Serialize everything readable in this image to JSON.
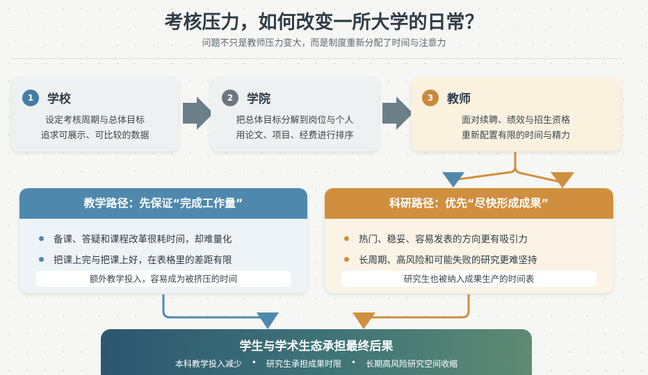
{
  "header": {
    "title": "考核压力，如何改变一所大学的日常？",
    "subtitle": "问题不只是教师压力变大，而是制度重新分配了时间与注意力"
  },
  "colors": {
    "blue_badge": "#3f7fa3",
    "gray_badge": "#6b7680",
    "orange_badge": "#c8893b",
    "blue_head": "#4f88ad",
    "orange_head": "#cf8f3e",
    "arrow": "#6b7f89",
    "blue_line": "#4f88ad",
    "orange_line": "#cf8f3e"
  },
  "steps": [
    {
      "number": "1",
      "title": "学校",
      "lines": [
        "设定考核周期与总体目标",
        "追求可展示、可比较的数据"
      ]
    },
    {
      "number": "2",
      "title": "学院",
      "lines": [
        "把总体目标分解到岗位与个人",
        "用论文、项目、经费进行排序"
      ]
    },
    {
      "number": "3",
      "title": "教师",
      "lines": [
        "面对续聘、绩效与招生资格",
        "重新配置有限的时间与精力"
      ]
    }
  ],
  "teaching": {
    "title": "教学路径：先保证“完成工作量”",
    "bullets": [
      "备课、答疑和课程改革很耗时间，却难量化",
      "把课上完与把课上好，在表格里的差距有限"
    ],
    "note": "额外教学投入，容易成为被挤压的时间"
  },
  "research": {
    "title": "科研路径：优先“尽快形成成果”",
    "bullets": [
      "热门、稳妥、容易发表的方向更有吸引力",
      "长周期、高风险和可能失败的研究更难坚持"
    ],
    "note": "研究生也被纳入成果生产的时间表"
  },
  "outcome": {
    "title": "学生与学术生态承担最终后果",
    "items": [
      "本科教学投入减少",
      "研究生承担成果时限",
      "长期高风险研究空间收缩"
    ],
    "separator": "•"
  }
}
